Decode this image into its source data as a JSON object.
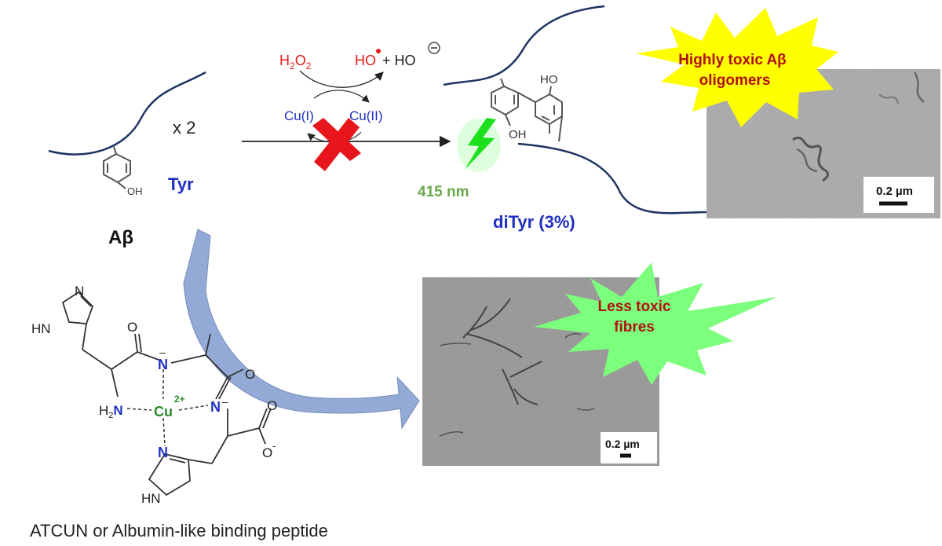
{
  "labels": {
    "multiplier": "x 2",
    "tyr": "Tyr",
    "abeta": "Aβ",
    "oh": "OH",
    "ho": "HO",
    "reagent_h": "H",
    "reagent_sub2": "2",
    "reagent_o": "O",
    "reagent_sub2b": "2",
    "product_radical": "HO",
    "product_plus": "+ HO",
    "cu1": "Cu(I)",
    "cu2": "Cu(II)",
    "wavelength": "415 nm",
    "ditYr": "diTyr (3%)",
    "burst_toxic_line1": "Highly toxic Aβ",
    "burst_toxic_line2": "oligomers",
    "burst_less_line1": "Less toxic",
    "burst_less_line2": "fibres",
    "scale1": "0.2 µm",
    "scale2": "0.2 µm",
    "caption": "ATCUN or Albumin-like binding peptide"
  },
  "complex": {
    "hn1": "HN",
    "n1": "N",
    "o1": "O",
    "n_minus1": "N",
    "minus1": "–",
    "o2": "O",
    "h2n": "H",
    "h2n_sub": "2",
    "h2n_n": "N",
    "cu": "Cu",
    "cu_charge": "2+",
    "n_minus2": "N",
    "minus2": "–",
    "o3": "O",
    "o_minus": "O",
    "o_minus_sign": "-",
    "n3": "N",
    "hn2": "HN"
  },
  "colors": {
    "peptide_line": "#1f3464",
    "red_text": "#e41a1c",
    "blue_text": "#1f2fbf",
    "green_text": "#6aa84f",
    "toxic_text": "#b01010",
    "burst_yellow": "#ffff00",
    "burst_green": "#7cff7c",
    "arrow_blue": "#8fa6d4"
  }
}
